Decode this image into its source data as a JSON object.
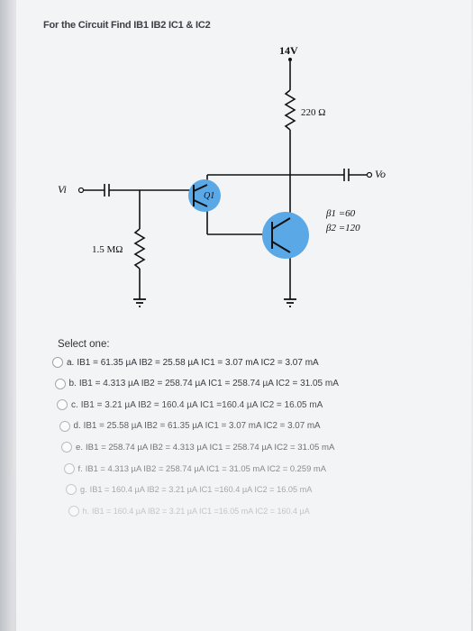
{
  "question": {
    "title": "For the Circuit Find  IB1 IB2 IC1 & IC2"
  },
  "circuit": {
    "supply": "14V",
    "rc": "220 Ω",
    "rb": "1.5 MΩ",
    "vi": "Vi",
    "vo": "Vo",
    "q1": "Q1",
    "beta1": "β1 =60",
    "beta2": "β2 =120"
  },
  "answer": {
    "prompt": "Select one:",
    "options": [
      {
        "letter": "a.",
        "text": "IB1 = 61.35 µA  IB2 = 25.58 µA  IC1 = 3.07 mA  IC2 = 3.07  mA"
      },
      {
        "letter": "b.",
        "text": "IB1 = 4.313  µA  IB2 = 258.74 µA  IC1 = 258.74 µA  IC2 = 31.05  mA"
      },
      {
        "letter": "c.",
        "text": "IB1 = 3.21   µA  IB2 = 160.4 µA  IC1 =160.4 µA  IC2 = 16.05  mA"
      },
      {
        "letter": "d.",
        "text": "IB1 = 25.58 µA  IB2 = 61.35 µA  IC1 = 3.07  mA  IC2 = 3.07  mA"
      },
      {
        "letter": "e.",
        "text": "IB1 = 258.74 µA  IB2 = 4.313  µA  IC1 = 258.74 µA  IC2 = 31.05  mA"
      },
      {
        "letter": "f.",
        "text": "IB1 = 4.313  µA  IB2 = 258.74 µA  IC1 = 31.05  mA  IC2 = 0.259 mA"
      },
      {
        "letter": "g.",
        "text": "IB1 = 160.4 µA  IB2 = 3.21   µA  IC1 =160.4 µA  IC2 = 16.05  mA"
      },
      {
        "letter": "h.",
        "text": "IB1 = 160.4 µA  IB2 = 3.21   µA  IC1 =16.05  mA  IC2 = 160.4 µA"
      }
    ]
  },
  "colors": {
    "transistor_fill": "#5aa8e6",
    "option_text_fade_start": "#2f3338",
    "option_text_fade_end": "#c6c9cd"
  }
}
